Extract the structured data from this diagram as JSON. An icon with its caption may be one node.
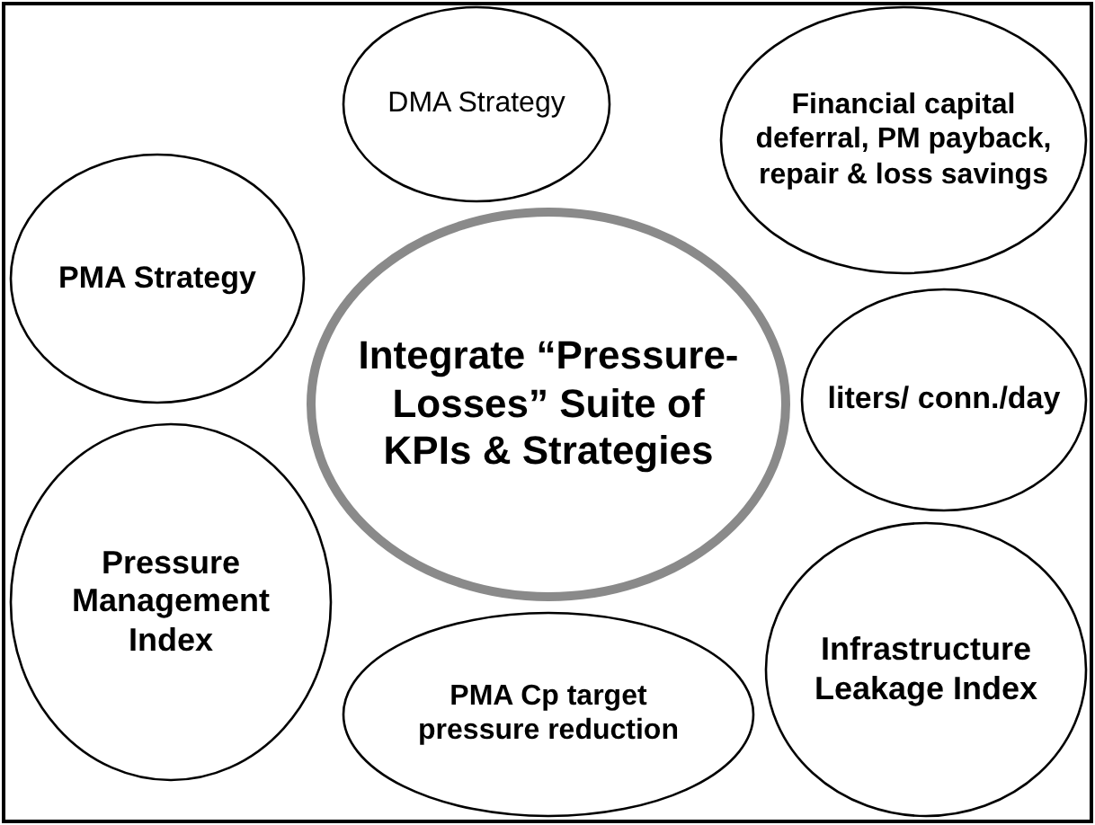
{
  "diagram": {
    "nodes": [
      {
        "text": [
          "DMA Strategy"
        ]
      },
      {
        "text": [
          "Financial capital deferral, PM payback, repair & loss savings"
        ]
      },
      {
        "text": [
          "PMA Strategy"
        ]
      },
      {
        "text": [
          "Integrate “Pressure-Losses” Suite of KPIs & Strategies"
        ]
      },
      {
        "text": [
          "liters/ conn./day"
        ]
      },
      {
        "text": [
          "Pressure Management Index"
        ]
      },
      {
        "text": [
          "Infrastructure Leakage Index"
        ]
      },
      {
        "text": [
          "PMA Cp target pressure reduction"
        ]
      }
    ]
  }
}
